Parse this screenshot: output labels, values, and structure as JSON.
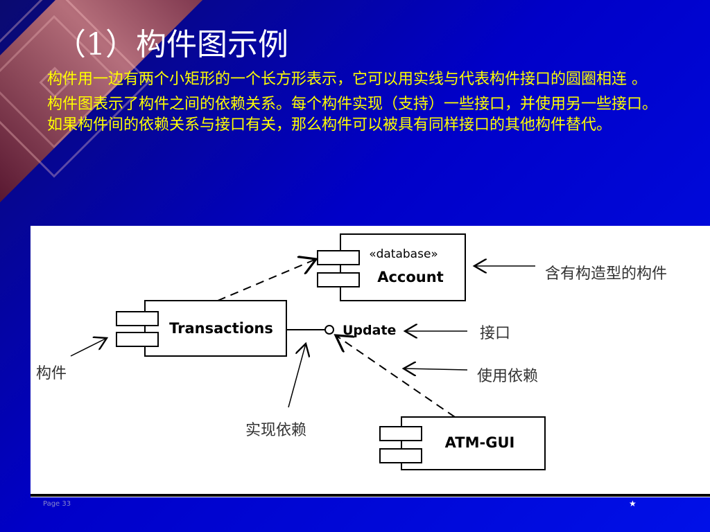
{
  "slide": {
    "title": "（1）构件图示例",
    "paragraphs": [
      "构件用一边有两个小矩形的一个长方形表示，它可以用实线与代表构件接口的圆圈相连 。",
      "构件图表示了构件之间的依赖关系。每个构件实现（支持）一些接口，并使用另一些接口。如果构件间的依赖关系与接口有关，那么构件可以被具有同样接口的其他构件替代。"
    ],
    "footer_left": "Page 33",
    "footer_right": "★"
  },
  "diagram": {
    "components": {
      "account_stereotype": "«database»",
      "account_name": "Account",
      "transactions_name": "Transactions",
      "atm_name": "ATM-GUI"
    },
    "interface_name": "Update",
    "annotations": {
      "stereotyped_component": "含有构造型的构件",
      "interface": "接口",
      "usage_dependency": "使用依赖",
      "component": "构件",
      "realization_dependency": "实现依赖"
    }
  },
  "colors": {
    "background_blue": "#0000c8",
    "title_white": "#ffffff",
    "body_yellow": "#ffff00"
  }
}
